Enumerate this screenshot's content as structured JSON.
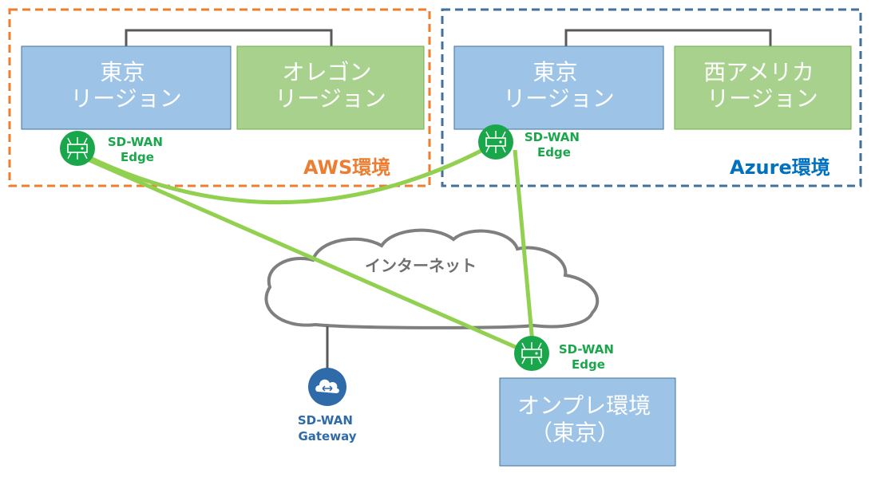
{
  "colors": {
    "aws_border": "#ed7d31",
    "azure_border": "#41719c",
    "aws_text": "#ed7d31",
    "azure_text": "#0070c0",
    "blue_box": "#9dc3e6",
    "green_box": "#a9d18e",
    "link": "#92d050",
    "edge_node": "#1aa64a",
    "gateway_node": "#2f6aa9",
    "cloud_stroke": "#7f7f7f"
  },
  "aws": {
    "label": "AWS環境",
    "regions": [
      {
        "line1": "東京",
        "line2": "リージョン"
      },
      {
        "line1": "オレゴン",
        "line2": "リージョン"
      }
    ],
    "edge": {
      "line1": "SD-WAN",
      "line2": "Edge",
      "icon": "sd-wan-edge-router"
    }
  },
  "azure": {
    "label": "Azure環境",
    "regions": [
      {
        "line1": "東京",
        "line2": "リージョン"
      },
      {
        "line1": "西アメリカ",
        "line2": "リージョン"
      }
    ],
    "edge": {
      "line1": "SD-WAN",
      "line2": "Edge",
      "icon": "sd-wan-edge-router"
    }
  },
  "internet": {
    "label": "インターネット",
    "icon": "cloud"
  },
  "gateway": {
    "line1": "SD-WAN",
    "line2": "Gateway",
    "icon": "sd-wan-gateway-cloud"
  },
  "onprem": {
    "edge": {
      "line1": "SD-WAN",
      "line2": "Edge",
      "icon": "sd-wan-edge-router"
    },
    "line1": "オンプレ環境",
    "line2": "（東京）"
  }
}
